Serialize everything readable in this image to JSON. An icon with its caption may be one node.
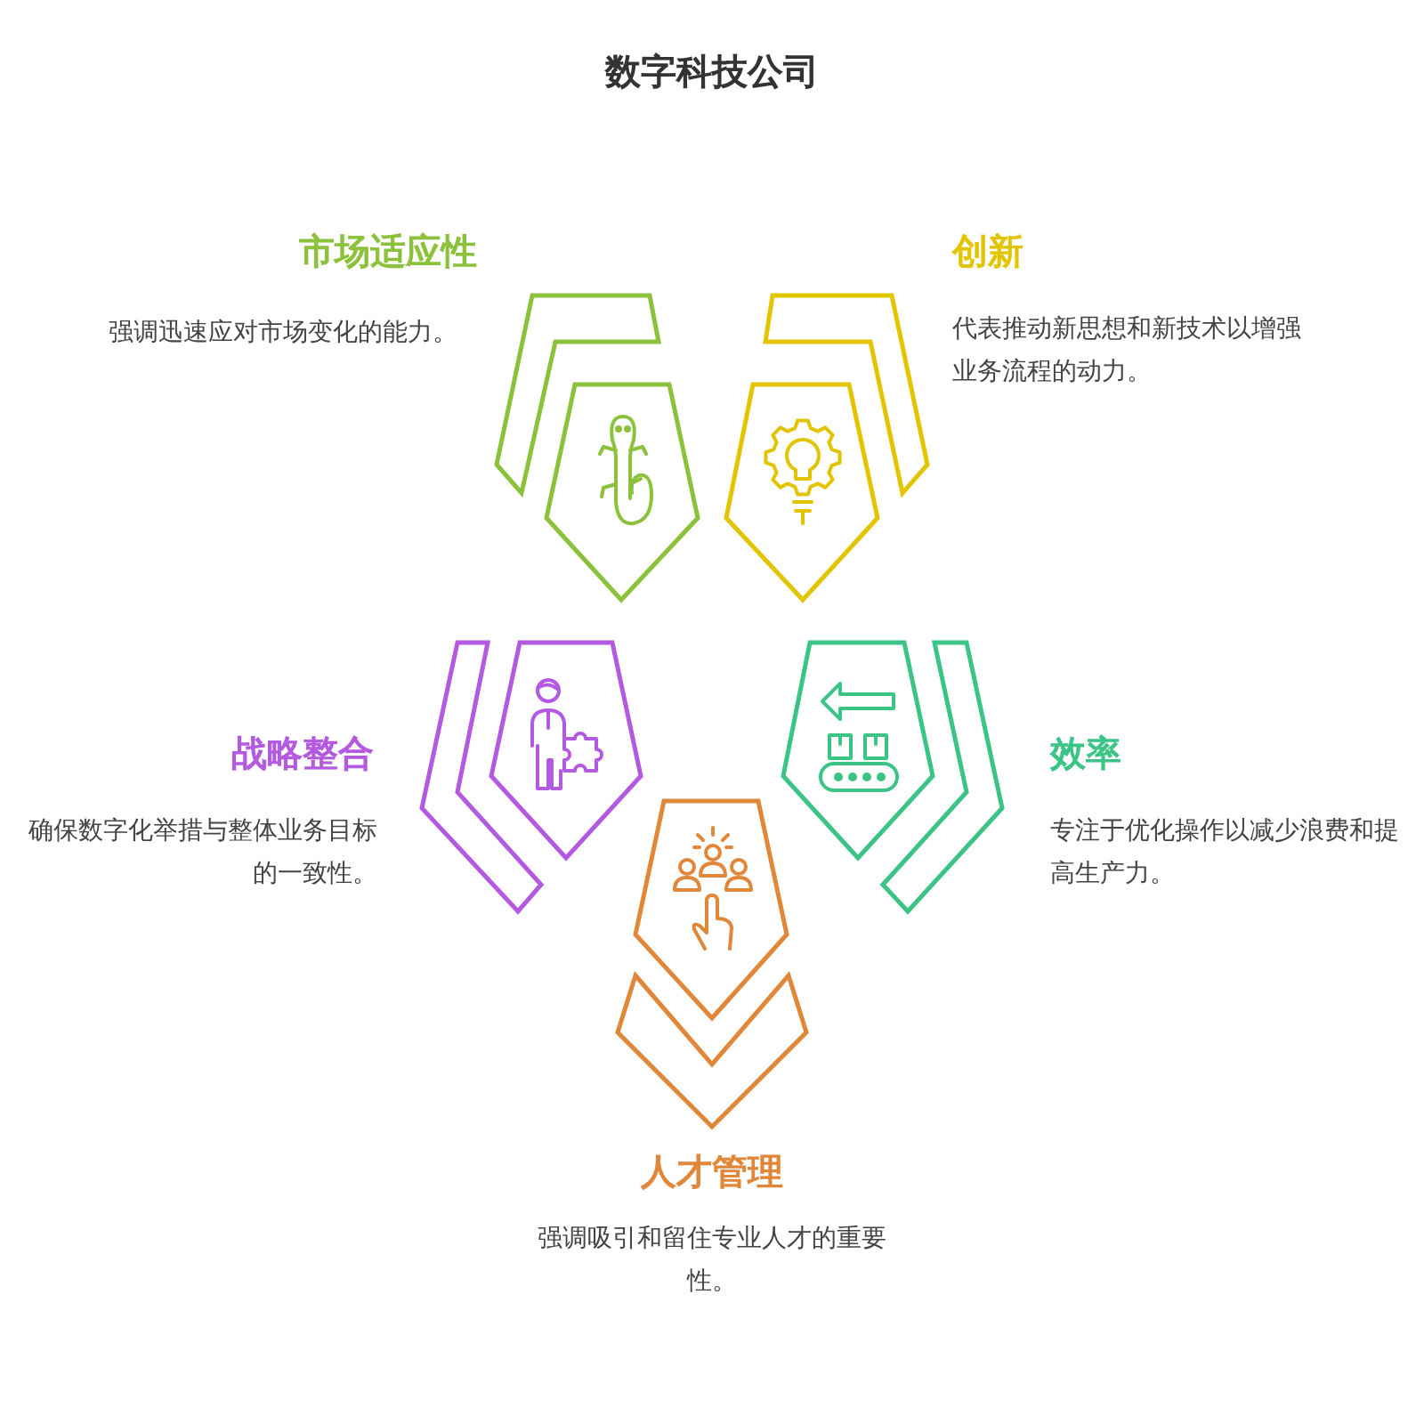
{
  "diagram": {
    "title": "数字科技公司",
    "nodes": [
      {
        "text": [
          "市场适应性"
        ],
        "beside": [
          "强调迅速应对市场变化的能力。"
        ]
      },
      {
        "text": [
          "创新"
        ],
        "beside": [
          "代表推动新思想和新技术以增强业务流程的动力。"
        ]
      },
      {
        "text": [
          "战略整合"
        ],
        "beside": [
          "确保数字化举措与整体业务目标的一致性。"
        ]
      },
      {
        "text": [
          "效率"
        ],
        "beside": [
          "专注于优化操作以减少浪费和提高生产力。"
        ]
      },
      {
        "text": [
          "人才管理"
        ],
        "beside": [
          "强调吸引和留住专业人才的重要性。"
        ]
      }
    ]
  }
}
